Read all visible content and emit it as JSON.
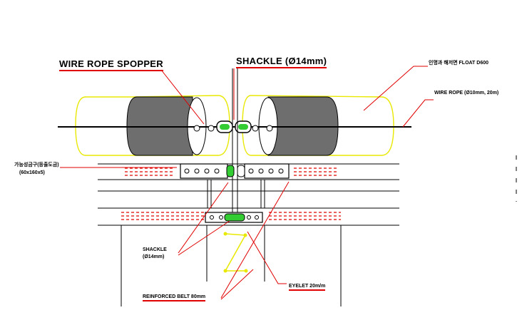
{
  "labels": {
    "wire_rope_stopper": "WIRE ROPE SPOPPER",
    "shackle_top": "SHACKLE (Ø14mm)",
    "float": "인명과 해저면 FLOAT D600",
    "wire_rope": "WIRE ROPE (Ø10mm, 20m)",
    "channel_line1": "가능성금구(등출도금)",
    "channel_line2": "(60x160x5)",
    "shackle_bottom_line1": "SHACKLE",
    "shackle_bottom_line2": "(Ø14mm)",
    "eyelet": "EYELET 20m/m",
    "belt": "REINFORCED BELT 80mm"
  },
  "colors": {
    "leader": "#e00000",
    "float_outline": "#e8e800",
    "drum_fill": "#6e6e6e",
    "shackle": "#33cc33",
    "dash_red": "#e00000",
    "line": "#000000"
  },
  "icons": {
    "float": "cylindrical-float",
    "shackle": "shackle-link",
    "stopper": "wire-rope-stopper-clip",
    "channel": "steel-channel-bracket",
    "eyelet": "eyelet-ring"
  }
}
